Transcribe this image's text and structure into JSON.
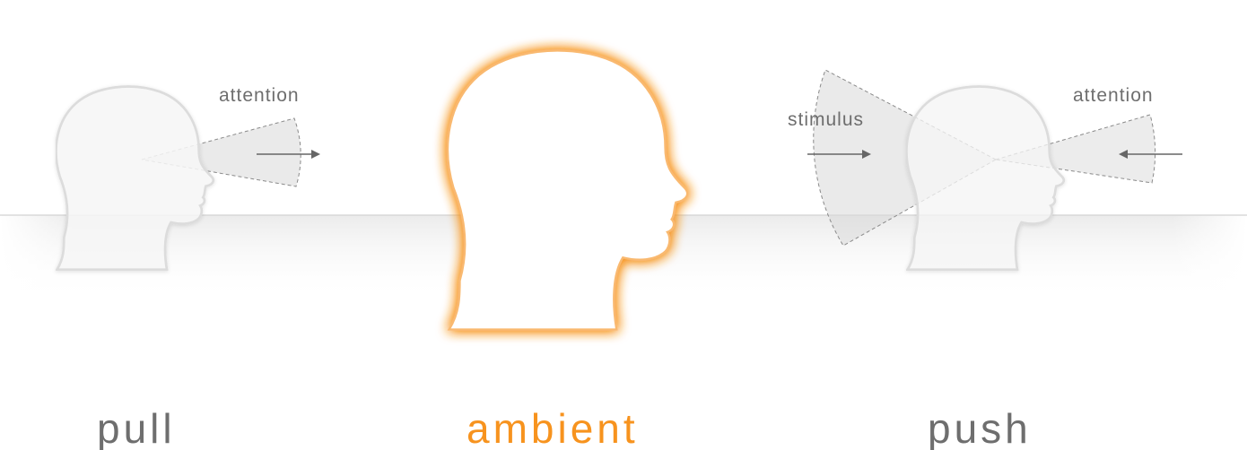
{
  "labels": {
    "pull": "pull",
    "ambient": "ambient",
    "push": "push",
    "pull_attention": "attention",
    "push_stimulus": "stimulus",
    "push_attention": "attention"
  },
  "colors": {
    "accent": "#f7931e",
    "label_gray": "#6e6e6e",
    "head_outline": "#dcdcdc",
    "cone_fill": "#d9d9d9",
    "arrow": "#666666"
  },
  "icons": {
    "head": "human-head-profile-icon",
    "arrow": "arrow-icon"
  }
}
